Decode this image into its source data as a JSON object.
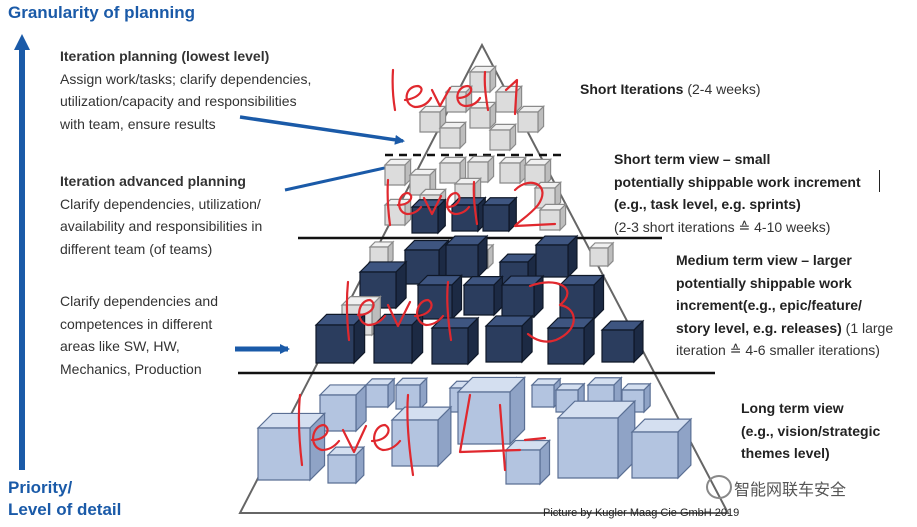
{
  "axis": {
    "top_label": "Granularity of planning",
    "bottom_label_1": "Priority/",
    "bottom_label_2": "Level of detail"
  },
  "left": {
    "block1": {
      "title": "Iteration planning (lowest level)",
      "lines": [
        "Assign work/tasks; clarify dependencies,",
        "utilization/capacity and responsibilities",
        "with team, ensure results"
      ]
    },
    "block2": {
      "title": "Iteration advanced planning",
      "lines": [
        "Clarify dependencies, utilization/",
        "availability and responsibilities in",
        "different team (of teams)"
      ]
    },
    "block3": {
      "lines": [
        "Clarify dependencies and",
        "competences in different",
        "areas like SW, HW,",
        "Mechanics, Production"
      ]
    }
  },
  "right": {
    "level1": {
      "head": "Short Iterations",
      "rest": " (2-4 weeks)"
    },
    "level2": {
      "lines": [
        "Short term view – small",
        "potentially shippable work increment",
        "(e.g., task level, e.g. sprints)"
      ],
      "last": "(2-3 short iterations ≙ 4-10 weeks)"
    },
    "level3": {
      "lines": [
        "Medium term view – larger",
        "potentially shippable work",
        "increment(e.g., epic/feature/"
      ],
      "line4_bold": "story level, e.g. releases)",
      "line4_rest": " (1 large",
      "line5": "iteration ≙ 4-6 smaller iterations)"
    },
    "level4": {
      "lines": [
        "Long term view",
        "(e.g., vision/strategic",
        "themes level)"
      ]
    }
  },
  "handwriting": [
    "level1",
    "level2",
    "level3",
    "level4"
  ],
  "credit": "Picture by Kugler Maag Cie GmbH 2019",
  "watermark": "智能网联车安全",
  "colors": {
    "accent": "#1a5aa8",
    "ink": "#e0282e",
    "dark_cube": "#2b3d5e",
    "light_cube": "#dcdcdc",
    "mid_cube": "#b3c4e0"
  }
}
